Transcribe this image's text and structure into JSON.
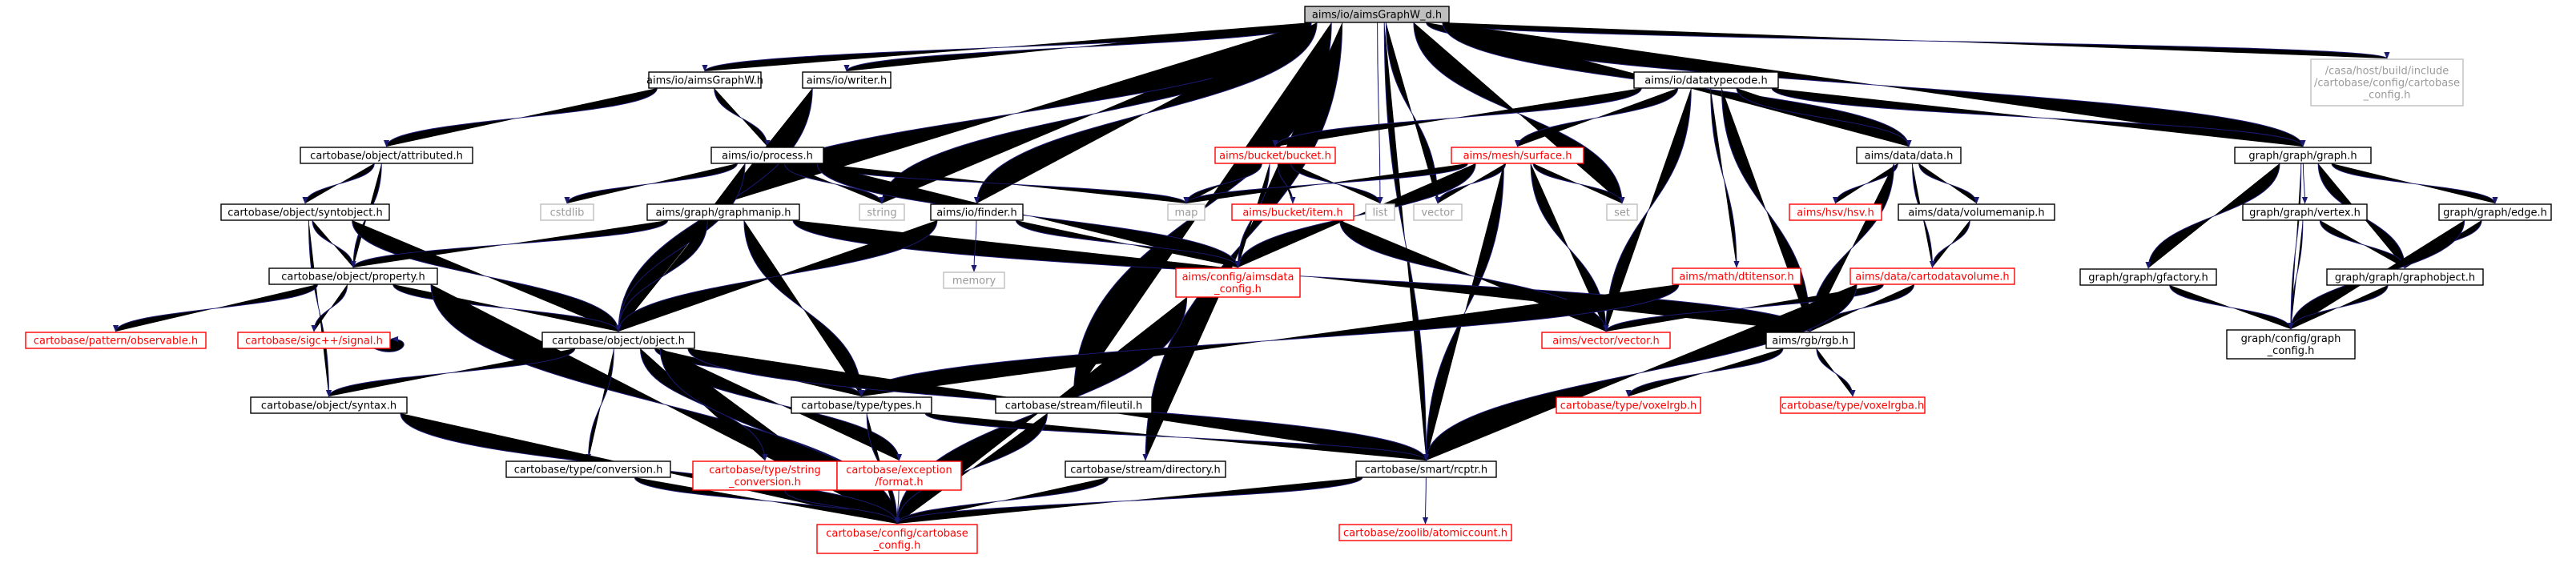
{
  "diagram": {
    "colors": {
      "edge": "#191970",
      "default_border": "#000000",
      "default_text": "#000000",
      "missing_border": "#ff0000",
      "missing_text": "#ff0000",
      "external_border": "#bfbfbf",
      "external_text": "#9a9a9a",
      "root_fill": "#bfbfbf"
    },
    "nodes": [
      {
        "id": "root",
        "lines": [
          "aims/io/aimsGraphW_d.h"
        ],
        "kind": "root"
      },
      {
        "id": "aimsGraphW",
        "lines": [
          "aims/io/aimsGraphW.h"
        ],
        "kind": "normal"
      },
      {
        "id": "writer",
        "lines": [
          "aims/io/writer.h"
        ],
        "kind": "normal"
      },
      {
        "id": "datatypecode",
        "lines": [
          "aims/io/datatypecode.h"
        ],
        "kind": "normal"
      },
      {
        "id": "cartobase_config_ext",
        "lines": [
          "/casa/host/build/include",
          "/cartobase/config/cartobase",
          "_config.h"
        ],
        "kind": "external"
      },
      {
        "id": "attributed",
        "lines": [
          "cartobase/object/attributed.h"
        ],
        "kind": "normal"
      },
      {
        "id": "process",
        "lines": [
          "aims/io/process.h"
        ],
        "kind": "normal"
      },
      {
        "id": "bucket",
        "lines": [
          "aims/bucket/bucket.h"
        ],
        "kind": "missing"
      },
      {
        "id": "surface",
        "lines": [
          "aims/mesh/surface.h"
        ],
        "kind": "missing"
      },
      {
        "id": "data",
        "lines": [
          "aims/data/data.h"
        ],
        "kind": "normal"
      },
      {
        "id": "graph",
        "lines": [
          "graph/graph/graph.h"
        ],
        "kind": "normal"
      },
      {
        "id": "syntobject",
        "lines": [
          "cartobase/object/syntobject.h"
        ],
        "kind": "normal"
      },
      {
        "id": "cstdlib",
        "lines": [
          "cstdlib"
        ],
        "kind": "external"
      },
      {
        "id": "string",
        "lines": [
          "string"
        ],
        "kind": "external"
      },
      {
        "id": "map",
        "lines": [
          "map"
        ],
        "kind": "external"
      },
      {
        "id": "list",
        "lines": [
          "list"
        ],
        "kind": "external"
      },
      {
        "id": "vector",
        "lines": [
          "vector"
        ],
        "kind": "external"
      },
      {
        "id": "set",
        "lines": [
          "set"
        ],
        "kind": "external"
      },
      {
        "id": "graphmanip",
        "lines": [
          "aims/graph/graphmanip.h"
        ],
        "kind": "normal"
      },
      {
        "id": "finder",
        "lines": [
          "aims/io/finder.h"
        ],
        "kind": "normal"
      },
      {
        "id": "item",
        "lines": [
          "aims/bucket/item.h"
        ],
        "kind": "missing"
      },
      {
        "id": "hsv",
        "lines": [
          "aims/hsv/hsv.h"
        ],
        "kind": "missing"
      },
      {
        "id": "volumemanip",
        "lines": [
          "aims/data/volumemanip.h"
        ],
        "kind": "normal"
      },
      {
        "id": "vertex",
        "lines": [
          "graph/graph/vertex.h"
        ],
        "kind": "normal"
      },
      {
        "id": "edge",
        "lines": [
          "graph/graph/edge.h"
        ],
        "kind": "normal"
      },
      {
        "id": "property",
        "lines": [
          "cartobase/object/property.h"
        ],
        "kind": "normal"
      },
      {
        "id": "memory",
        "lines": [
          "memory"
        ],
        "kind": "external"
      },
      {
        "id": "aimsdata_config",
        "lines": [
          "aims/config/aimsdata",
          "_config.h"
        ],
        "kind": "missing"
      },
      {
        "id": "dtitensor",
        "lines": [
          "aims/math/dtitensor.h"
        ],
        "kind": "missing"
      },
      {
        "id": "cartodatavolume",
        "lines": [
          "aims/data/cartodatavolume.h"
        ],
        "kind": "missing"
      },
      {
        "id": "gfactory",
        "lines": [
          "graph/graph/gfactory.h"
        ],
        "kind": "normal"
      },
      {
        "id": "graphobject",
        "lines": [
          "graph/graph/graphobject.h"
        ],
        "kind": "normal"
      },
      {
        "id": "observable",
        "lines": [
          "cartobase/pattern/observable.h"
        ],
        "kind": "missing"
      },
      {
        "id": "signal",
        "lines": [
          "cartobase/sigc++/signal.h"
        ],
        "kind": "missing"
      },
      {
        "id": "object",
        "lines": [
          "cartobase/object/object.h"
        ],
        "kind": "normal"
      },
      {
        "id": "vectorh",
        "lines": [
          "aims/vector/vector.h"
        ],
        "kind": "missing"
      },
      {
        "id": "rgb",
        "lines": [
          "aims/rgb/rgb.h"
        ],
        "kind": "normal"
      },
      {
        "id": "graph_config",
        "lines": [
          "graph/config/graph",
          "_config.h"
        ],
        "kind": "normal"
      },
      {
        "id": "syntax",
        "lines": [
          "cartobase/object/syntax.h"
        ],
        "kind": "normal"
      },
      {
        "id": "types",
        "lines": [
          "cartobase/type/types.h"
        ],
        "kind": "normal"
      },
      {
        "id": "fileutil",
        "lines": [
          "cartobase/stream/fileutil.h"
        ],
        "kind": "normal"
      },
      {
        "id": "voxelrgb",
        "lines": [
          "cartobase/type/voxelrgb.h"
        ],
        "kind": "missing"
      },
      {
        "id": "voxelrgba",
        "lines": [
          "cartobase/type/voxelrgba.h"
        ],
        "kind": "missing"
      },
      {
        "id": "conversion",
        "lines": [
          "cartobase/type/conversion.h"
        ],
        "kind": "normal"
      },
      {
        "id": "string_conversion",
        "lines": [
          "cartobase/type/string",
          "_conversion.h"
        ],
        "kind": "missing"
      },
      {
        "id": "format",
        "lines": [
          "cartobase/exception",
          "/format.h"
        ],
        "kind": "missing"
      },
      {
        "id": "directory",
        "lines": [
          "cartobase/stream/directory.h"
        ],
        "kind": "normal"
      },
      {
        "id": "rcptr",
        "lines": [
          "cartobase/smart/rcptr.h"
        ],
        "kind": "normal"
      },
      {
        "id": "cartobase_config",
        "lines": [
          "cartobase/config/cartobase",
          "_config.h"
        ],
        "kind": "missing"
      },
      {
        "id": "atomiccount",
        "lines": [
          "cartobase/zoolib/atomiccount.h"
        ],
        "kind": "missing"
      }
    ],
    "edges": [
      [
        "root",
        "aimsGraphW"
      ],
      [
        "root",
        "writer"
      ],
      [
        "root",
        "datatypecode"
      ],
      [
        "root",
        "cartobase_config_ext"
      ],
      [
        "root",
        "graph"
      ],
      [
        "root",
        "string"
      ],
      [
        "root",
        "list"
      ],
      [
        "root",
        "vector"
      ],
      [
        "root",
        "set"
      ],
      [
        "root",
        "graphmanip"
      ],
      [
        "root",
        "finder"
      ],
      [
        "root",
        "data"
      ],
      [
        "root",
        "fileutil"
      ],
      [
        "root",
        "directory"
      ],
      [
        "root",
        "rcptr"
      ],
      [
        "aimsGraphW",
        "attributed"
      ],
      [
        "aimsGraphW",
        "process"
      ],
      [
        "writer",
        "object"
      ],
      [
        "datatypecode",
        "bucket"
      ],
      [
        "datatypecode",
        "surface"
      ],
      [
        "datatypecode",
        "data"
      ],
      [
        "datatypecode",
        "graph"
      ],
      [
        "datatypecode",
        "dtitensor"
      ],
      [
        "datatypecode",
        "vectorh"
      ],
      [
        "datatypecode",
        "rgb"
      ],
      [
        "attributed",
        "syntobject"
      ],
      [
        "attributed",
        "property"
      ],
      [
        "process",
        "cstdlib"
      ],
      [
        "process",
        "string"
      ],
      [
        "process",
        "map"
      ],
      [
        "process",
        "object"
      ],
      [
        "process",
        "aimsdata_config"
      ],
      [
        "bucket",
        "map"
      ],
      [
        "bucket",
        "list"
      ],
      [
        "bucket",
        "item"
      ],
      [
        "bucket",
        "aimsdata_config"
      ],
      [
        "surface",
        "map"
      ],
      [
        "surface",
        "vector"
      ],
      [
        "surface",
        "set"
      ],
      [
        "surface",
        "aimsdata_config"
      ],
      [
        "surface",
        "vectorh"
      ],
      [
        "surface",
        "rcptr"
      ],
      [
        "data",
        "hsv"
      ],
      [
        "data",
        "volumemanip"
      ],
      [
        "data",
        "cartodatavolume"
      ],
      [
        "data",
        "rgb"
      ],
      [
        "graph",
        "gfactory"
      ],
      [
        "graph",
        "vertex"
      ],
      [
        "graph",
        "edge"
      ],
      [
        "graph",
        "graphobject"
      ],
      [
        "graph",
        "graph_config"
      ],
      [
        "syntobject",
        "property"
      ],
      [
        "syntobject",
        "object"
      ],
      [
        "syntobject",
        "syntax"
      ],
      [
        "graphmanip",
        "property"
      ],
      [
        "graphmanip",
        "object"
      ],
      [
        "graphmanip",
        "rgb"
      ],
      [
        "graphmanip",
        "types"
      ],
      [
        "finder",
        "memory"
      ],
      [
        "finder",
        "aimsdata_config"
      ],
      [
        "finder",
        "object"
      ],
      [
        "item",
        "vectorh"
      ],
      [
        "volumemanip",
        "cartodatavolume"
      ],
      [
        "vertex",
        "graphobject"
      ],
      [
        "vertex",
        "graph_config"
      ],
      [
        "edge",
        "graphobject"
      ],
      [
        "edge",
        "graph_config"
      ],
      [
        "property",
        "observable"
      ],
      [
        "property",
        "signal"
      ],
      [
        "property",
        "object"
      ],
      [
        "property",
        "cartobase_config"
      ],
      [
        "aimsdata_config",
        "cartobase_config"
      ],
      [
        "dtitensor",
        "types"
      ],
      [
        "cartodatavolume",
        "vectorh"
      ],
      [
        "cartodatavolume",
        "rgb"
      ],
      [
        "cartodatavolume",
        "rcptr"
      ],
      [
        "gfactory",
        "graph_config"
      ],
      [
        "graphobject",
        "graph_config"
      ],
      [
        "signal",
        "signal"
      ],
      [
        "object",
        "syntax"
      ],
      [
        "object",
        "types"
      ],
      [
        "object",
        "conversion"
      ],
      [
        "object",
        "string_conversion"
      ],
      [
        "object",
        "format"
      ],
      [
        "object",
        "rcptr"
      ],
      [
        "object",
        "cartobase_config"
      ],
      [
        "rgb",
        "voxelrgb"
      ],
      [
        "rgb",
        "voxelrgba"
      ],
      [
        "syntax",
        "cartobase_config"
      ],
      [
        "types",
        "rcptr"
      ],
      [
        "types",
        "cartobase_config"
      ],
      [
        "fileutil",
        "cartobase_config"
      ],
      [
        "conversion",
        "cartobase_config"
      ],
      [
        "string_conversion",
        "cartobase_config"
      ],
      [
        "format",
        "cartobase_config"
      ],
      [
        "directory",
        "cartobase_config"
      ],
      [
        "rcptr",
        "cartobase_config"
      ],
      [
        "rcptr",
        "atomiccount"
      ]
    ]
  }
}
